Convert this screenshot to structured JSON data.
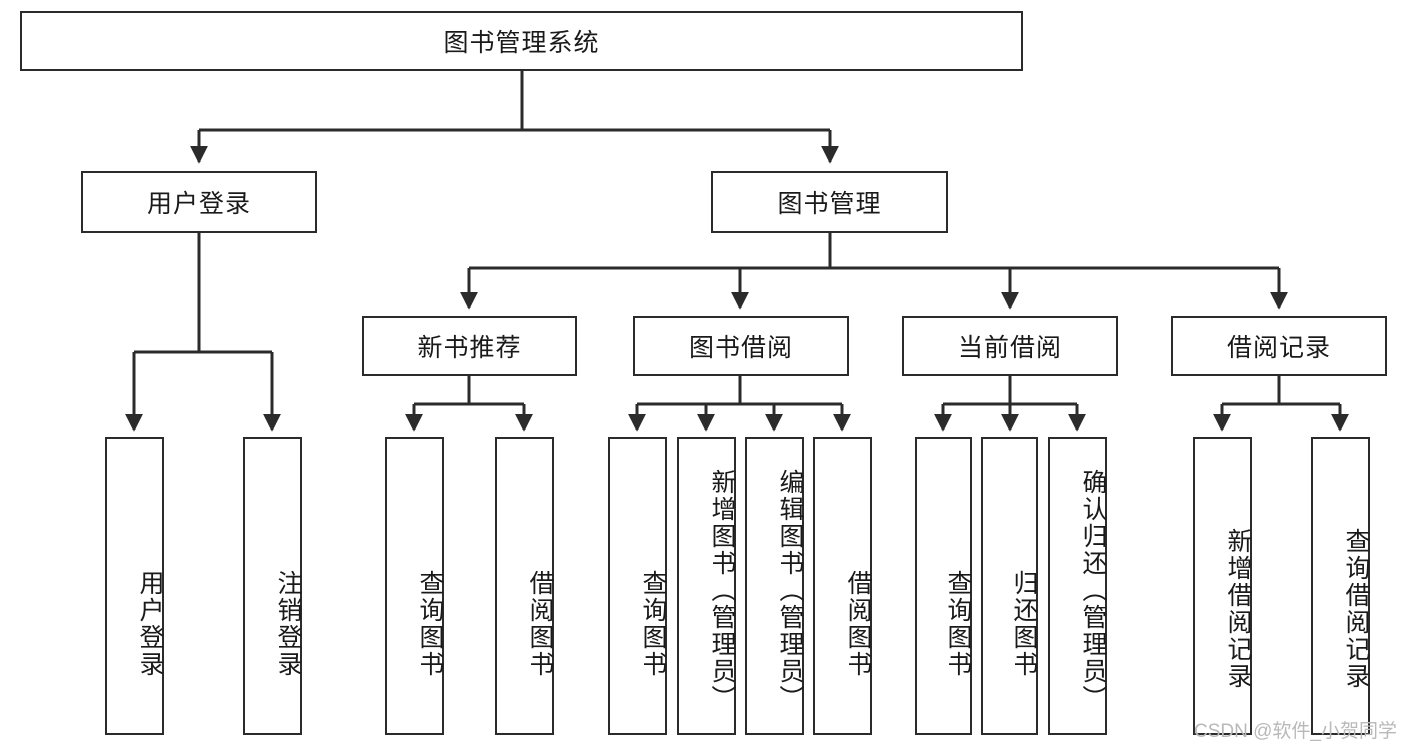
{
  "diagram": {
    "title": "图书管理系统",
    "type": "tree-hierarchy-chart",
    "root": {
      "id": "root",
      "label": "图书管理系统"
    },
    "level2": [
      {
        "id": "user-login",
        "label": "用户登录"
      },
      {
        "id": "book-management",
        "label": "图书管理"
      }
    ],
    "level3": [
      {
        "id": "new-book-recommend",
        "label": "新书推荐"
      },
      {
        "id": "book-borrow",
        "label": "图书借阅"
      },
      {
        "id": "current-borrow",
        "label": "当前借阅"
      },
      {
        "id": "borrow-record",
        "label": "借阅记录"
      }
    ],
    "leaves": {
      "user_login": [
        {
          "id": "leaf-user-login",
          "label": "用户登录"
        },
        {
          "id": "leaf-logout-login",
          "label": "注销登录"
        }
      ],
      "new_book_recommend": [
        {
          "id": "leaf-query-book-1",
          "label": "查询图书"
        },
        {
          "id": "leaf-borrow-book-1",
          "label": "借阅图书"
        }
      ],
      "book_borrow": [
        {
          "id": "leaf-query-book-2",
          "label": "查询图书"
        },
        {
          "id": "leaf-add-book",
          "label": "新增图书（管理员）"
        },
        {
          "id": "leaf-edit-book",
          "label": "编辑图书（管理员）"
        },
        {
          "id": "leaf-borrow-book-2",
          "label": "借阅图书"
        }
      ],
      "current_borrow": [
        {
          "id": "leaf-query-book-3",
          "label": "查询图书"
        },
        {
          "id": "leaf-return-book",
          "label": "归还图书"
        },
        {
          "id": "leaf-confirm-return",
          "label": "确认归还（管理员）"
        }
      ],
      "borrow_record": [
        {
          "id": "leaf-add-record",
          "label": "新增借阅记录"
        },
        {
          "id": "leaf-query-record",
          "label": "查询借阅记录"
        }
      ]
    }
  },
  "watermark": {
    "text": "CSDN @软件_小贺同学"
  },
  "colors": {
    "stroke": "#2b2b2b",
    "box_fill": "#ffffff",
    "text": "#1a1a1a",
    "watermark": "#b9b9b9",
    "background": "#ffffff"
  }
}
